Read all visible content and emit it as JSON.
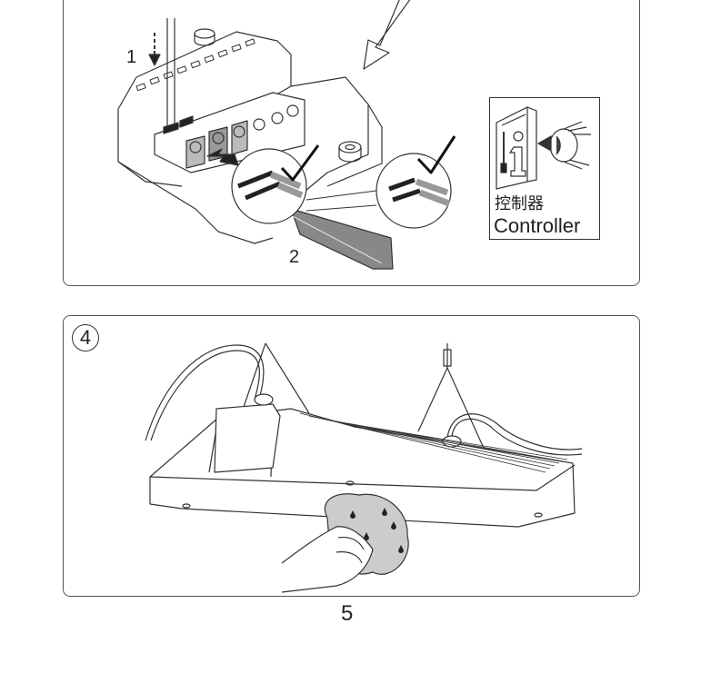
{
  "panel_top": {
    "step_1_label": "1",
    "step_2_label": "2",
    "manual_icon": "manual-book-eye-icon",
    "controller_label_cn": "控制器",
    "controller_label_en": "Controller",
    "check_marks": [
      "check-icon",
      "check-icon"
    ]
  },
  "panel_bottom": {
    "step_number": "4"
  },
  "page_number": "5"
}
